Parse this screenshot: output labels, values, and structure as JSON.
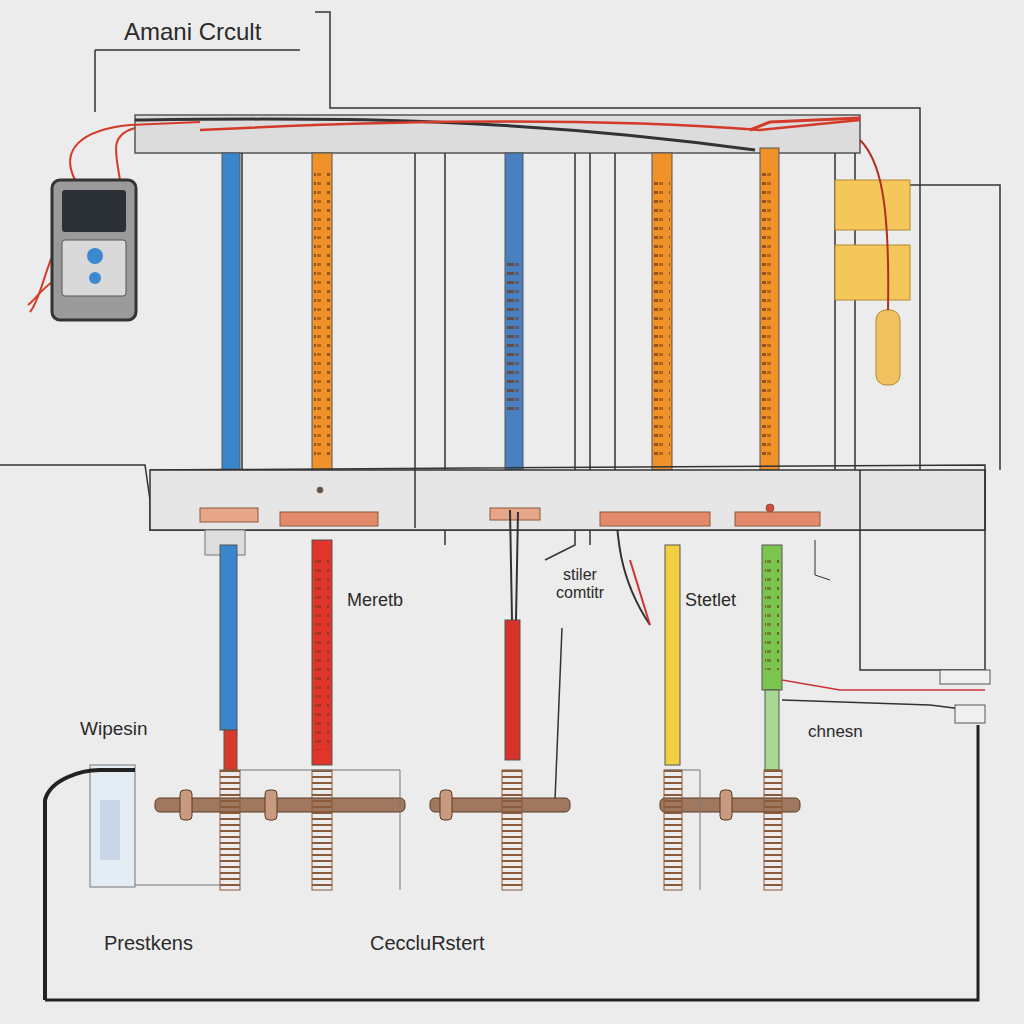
{
  "diagram": {
    "title": "Amani Crcult",
    "labels": [
      "Meretb",
      "stiler comtitr",
      "Stetlet",
      "chnesn",
      "Wipesin",
      "Prestkens",
      "CeccluRstert"
    ]
  }
}
